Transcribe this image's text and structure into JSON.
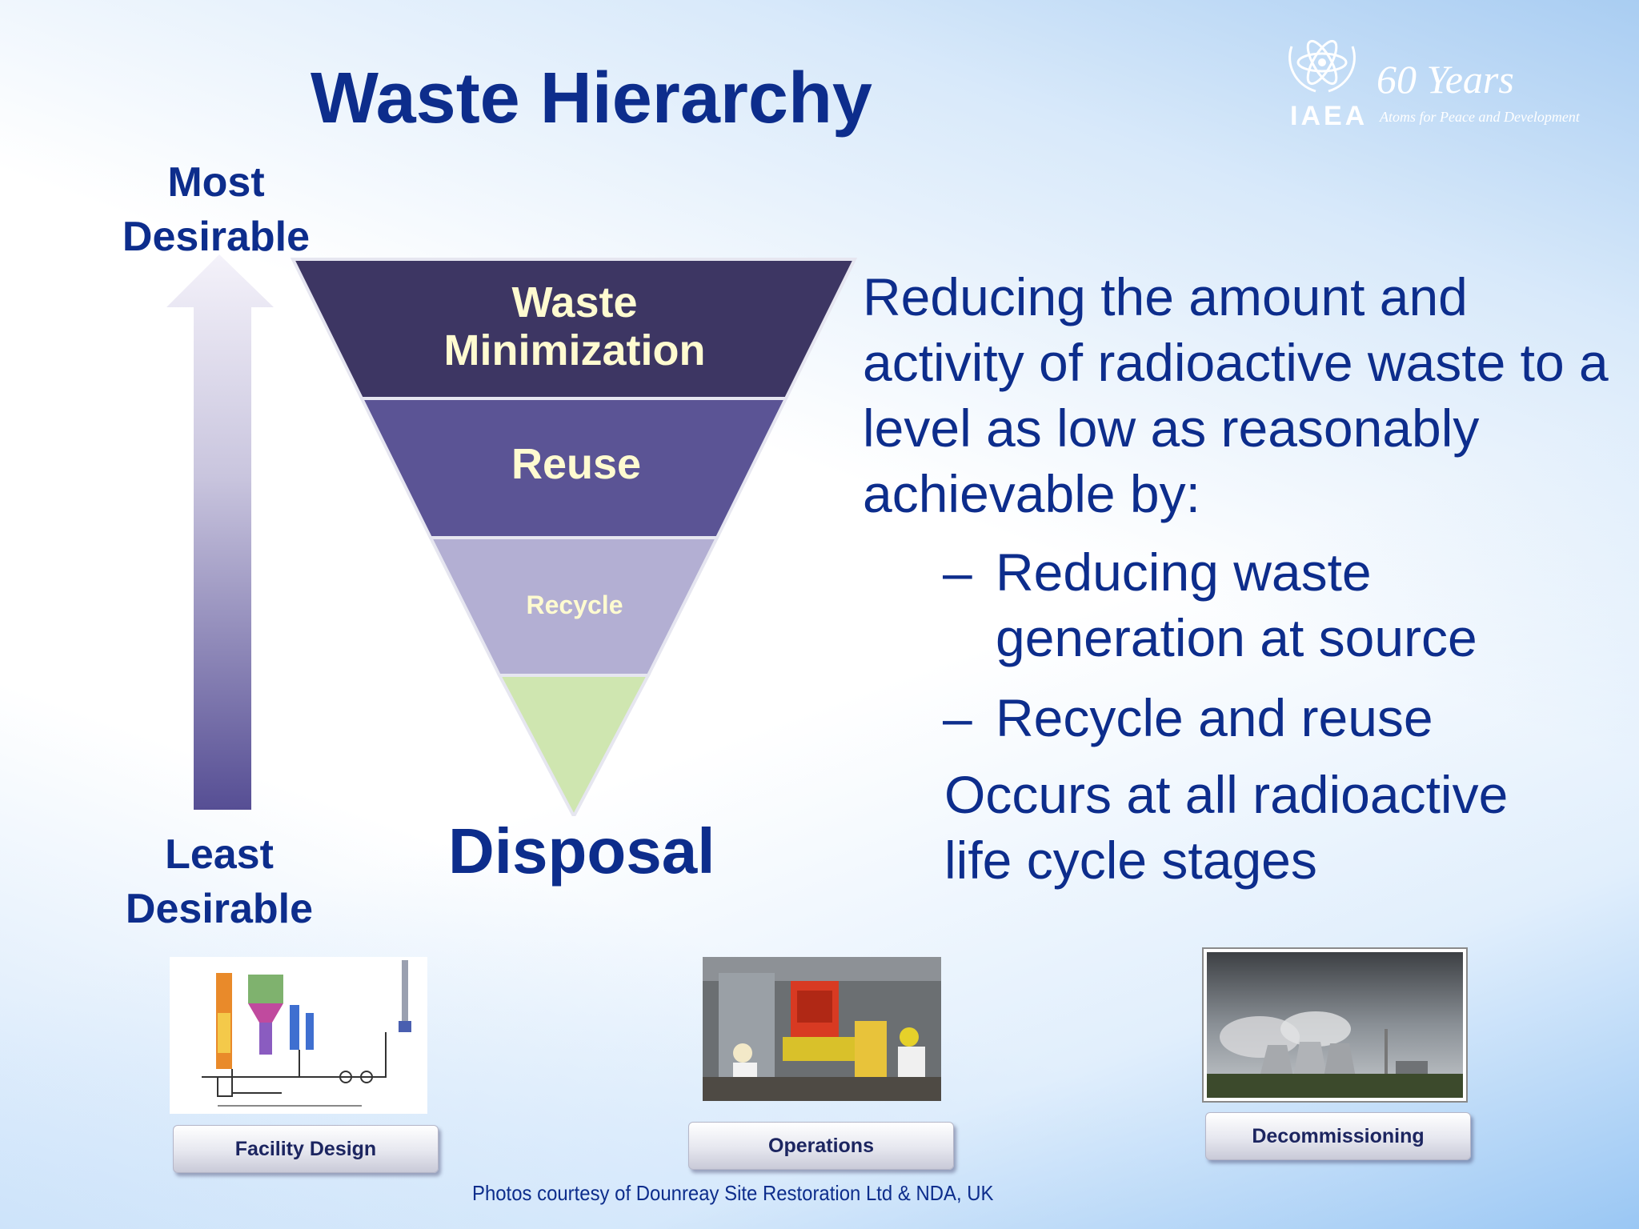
{
  "title": "Waste Hierarchy",
  "logo": {
    "org": "IAEA",
    "anniversary": "60 Years",
    "tagline": "Atoms for Peace and Development"
  },
  "axis": {
    "top_label_line1": "Most",
    "top_label_line2": "Desirable",
    "bottom_label_line1": "Least",
    "bottom_label_line2": "Desirable"
  },
  "pyramid": {
    "tiers": [
      {
        "line1": "Waste",
        "line2": "Minimization",
        "color": "#3d3663"
      },
      {
        "label": "Reuse",
        "color": "#5b5495"
      },
      {
        "label": "Recycle",
        "color": "#b3afd3"
      },
      {
        "label": "",
        "color": "#cfe6b0"
      }
    ],
    "bottom_label": "Disposal"
  },
  "text": {
    "intro": "Reducing the amount and activity of radioactive waste to a level as low as reasonably achievable by:",
    "bullets": [
      {
        "dash": "–",
        "line1": "Reducing waste",
        "line2": "generation at source"
      },
      {
        "dash": "–",
        "line1": "Recycle and reuse"
      }
    ],
    "occurs_line1": "Occurs at all radioactive",
    "occurs_line2": "life cycle stages"
  },
  "stages": {
    "facility": "Facility Design",
    "operations": "Operations",
    "decommissioning": "Decommissioning"
  },
  "credit": "Photos courtesy of Dounreay Site Restoration Ltd & NDA, UK",
  "colors": {
    "navy": "#0d2d8c",
    "tier_text": "#fffbd0"
  }
}
